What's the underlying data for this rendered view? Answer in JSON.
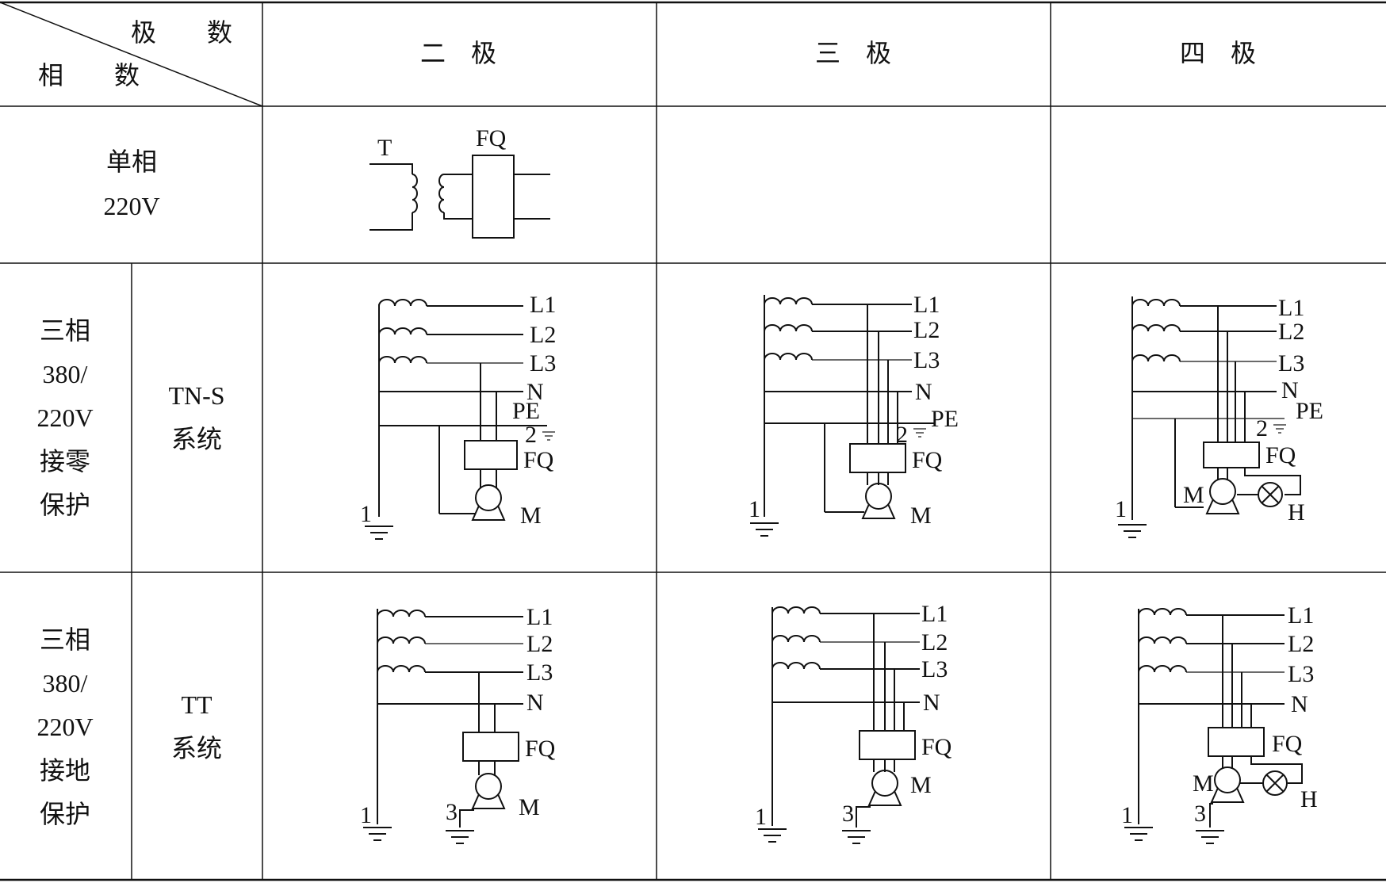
{
  "header": {
    "corner_top": "极　　数",
    "corner_bottom": "相　　数",
    "col_2pole": "二　极",
    "col_3pole": "三　极",
    "col_4pole": "四　极"
  },
  "rows": {
    "single_phase": {
      "line1": "单相",
      "line2": "220V"
    },
    "three_phase_zero": {
      "line1": "三相",
      "line2": "380/",
      "line3": "220V",
      "line4": "接零",
      "line5": "保护"
    },
    "tns": {
      "line1": "TN-S",
      "line2": "系统"
    },
    "three_phase_ground": {
      "line1": "三相",
      "line2": "380/",
      "line3": "220V",
      "line4": "接地",
      "line5": "保护"
    },
    "tt": {
      "line1": "TT",
      "line2": "系统"
    }
  },
  "labels": {
    "transformer": "T",
    "breaker": "FQ",
    "l1": "L1",
    "l2": "L2",
    "l3": "L3",
    "n": "N",
    "pe": "PE",
    "motor": "M",
    "lamp": "H",
    "ground1": "1",
    "ground2": "2",
    "ground3": "3"
  }
}
